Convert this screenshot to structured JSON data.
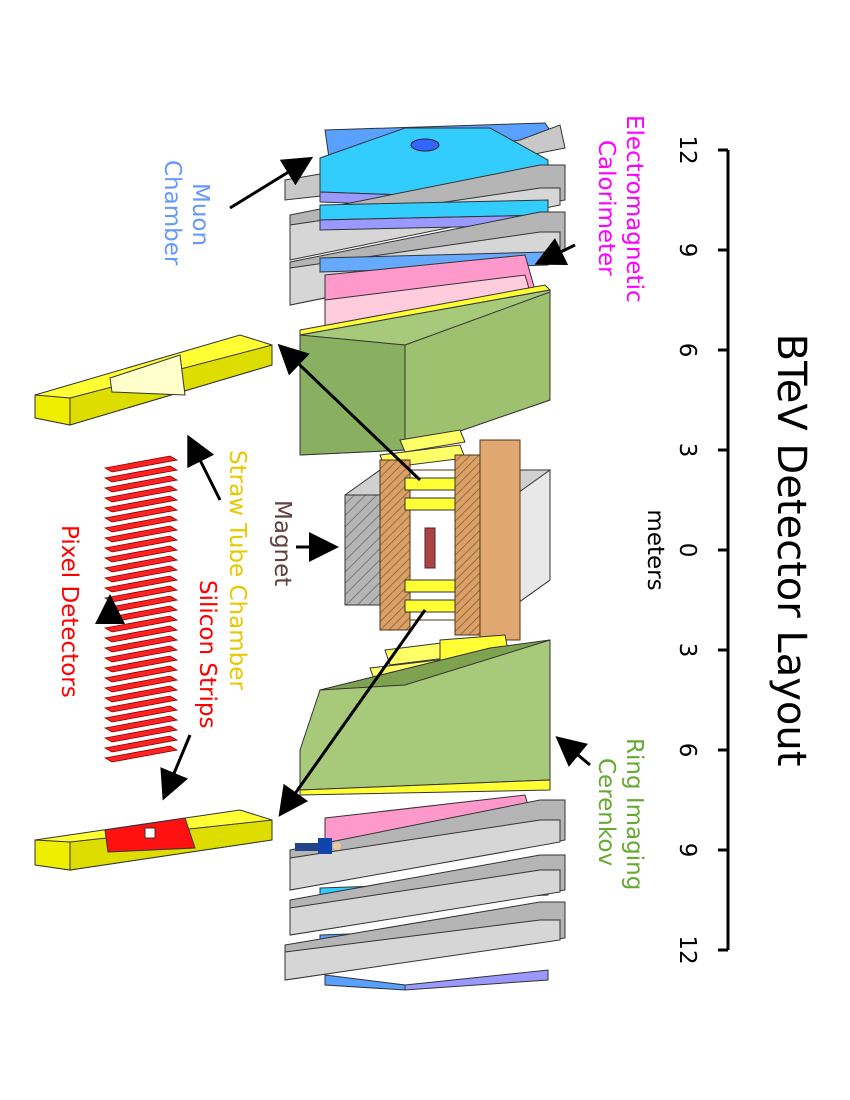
{
  "title": "BTeV Detector Layout",
  "scale": {
    "unit": "meters",
    "ticks_left": [
      "12",
      "9",
      "6",
      "3"
    ],
    "center": "0",
    "ticks_right": [
      "3",
      "6",
      "9",
      "12"
    ]
  },
  "labels": {
    "em_calorimeter": [
      "Electromagnetic",
      "Calorimeter"
    ],
    "muon_chamber": [
      "Muon",
      "Chamber"
    ],
    "magnet": "Magnet",
    "straw_tube": "Straw Tube Chamber",
    "silicon_strips": "Silicon Strips",
    "pixel_detectors": "Pixel Detectors",
    "rich": [
      "Ring Imaging",
      "Cerenkov"
    ]
  },
  "colors": {
    "em_calorimeter": "#ff00ff",
    "muon_chamber": "#6699ff",
    "magnet": "#604040",
    "straw_tube": "#e8c800",
    "silicon_strips": "#ff0000",
    "pixel_detectors": "#ff0000",
    "rich": "#66aa33",
    "rich_body": "#a6c97a",
    "muon_plate": "#c8c8c8",
    "straw_plate": "#ffff33",
    "pixel_plane": "#ff2222",
    "magnet_gray": "#b0b0b0"
  }
}
